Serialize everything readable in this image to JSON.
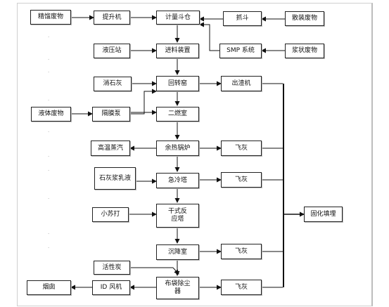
{
  "nodes": {
    "n1": "精馏废物",
    "n2": "提升机",
    "n3": "计量斗仓",
    "n4": "抓斗",
    "n5": "散装废物",
    "n6": "液压站",
    "n7": "进料装置",
    "n8": "SMP 系统",
    "n9": "浆状废物",
    "n10": "消石灰",
    "n11": "回转窑",
    "n12": "出渣机",
    "n13": "液体废物",
    "n14": "隔膜泵",
    "n15": "二燃室",
    "n16": "高温蒸汽",
    "n17": "余热锅炉",
    "n18": "飞灰",
    "n19": "石灰浆乳液",
    "n20": "急冷塔",
    "n21": "飞灰",
    "n22": "小苏打",
    "n23": "干式反应塔",
    "n24": "固化填埋",
    "n25": "沉降室",
    "n26": "飞灰",
    "n27": "活性炭",
    "n28": "烟囱",
    "n29": "ID 风机",
    "n30": "布袋除尘器",
    "n31": "飞灰"
  }
}
